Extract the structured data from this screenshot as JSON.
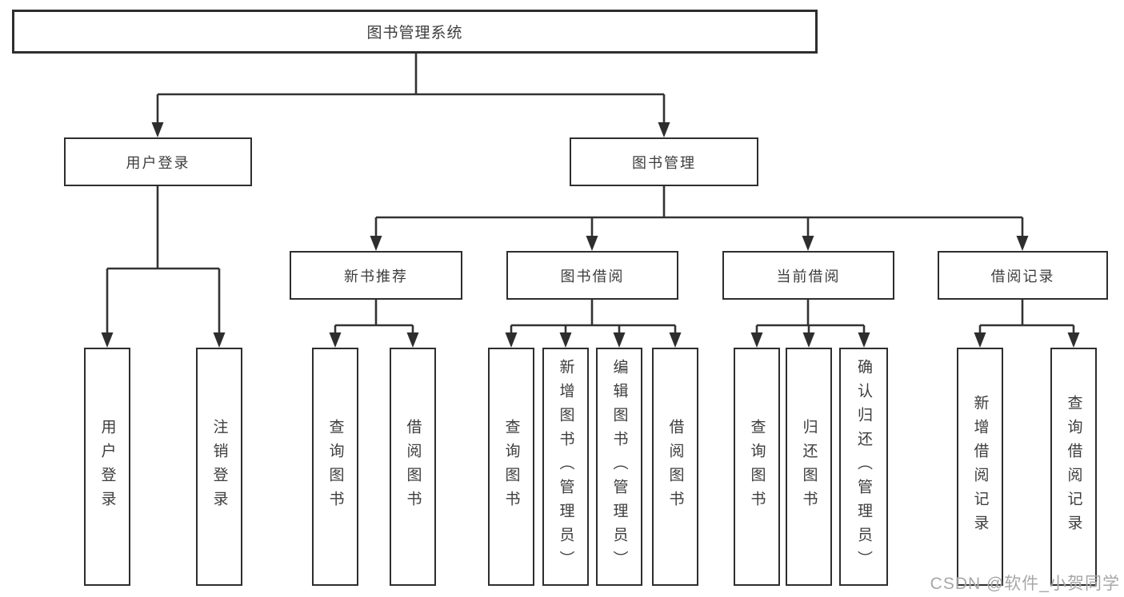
{
  "root": {
    "label": "图书管理系统",
    "children": [
      {
        "label": "用户登录",
        "children": [
          {
            "label": "用户登录"
          },
          {
            "label": "注销登录"
          }
        ]
      },
      {
        "label": "图书管理",
        "children": [
          {
            "label": "新书推荐",
            "children": [
              {
                "label": "查询图书"
              },
              {
                "label": "借阅图书"
              }
            ]
          },
          {
            "label": "图书借阅",
            "children": [
              {
                "label": "查询图书"
              },
              {
                "label": "新增图书（管理员）"
              },
              {
                "label": "编辑图书（管理员）"
              },
              {
                "label": "借阅图书"
              }
            ]
          },
          {
            "label": "当前借阅",
            "children": [
              {
                "label": "查询图书"
              },
              {
                "label": "归还图书"
              },
              {
                "label": "确认归还（管理员）"
              }
            ]
          },
          {
            "label": "借阅记录",
            "children": [
              {
                "label": "新增借阅记录"
              },
              {
                "label": "查询借阅记录"
              }
            ]
          }
        ]
      }
    ]
  },
  "watermark": {
    "text": "CSDN @软件_小贺同学"
  },
  "colors": {
    "line": "#333333",
    "border": "#2e2e2e",
    "text": "#3d3d3d",
    "watermark": "#a0a0a0"
  }
}
